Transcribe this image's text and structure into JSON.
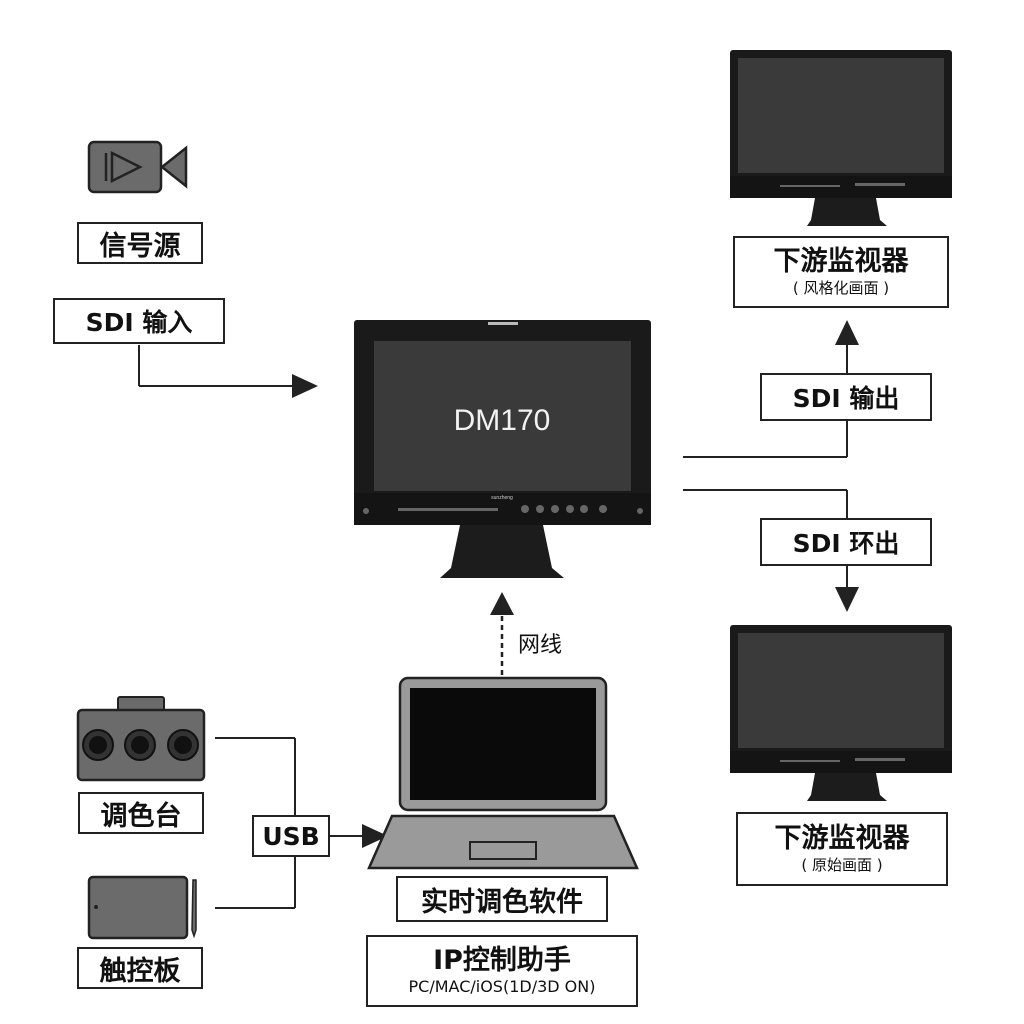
{
  "source": {
    "icon": "video-camera-icon",
    "label": "信号源",
    "input_label": "SDI 输入"
  },
  "monitor": {
    "icon": "monitor-icon",
    "label": "DM170",
    "brand": "sunzheng"
  },
  "outputs": {
    "sdi_out_label": "SDI 输出",
    "loop_out_label": "SDI 环出",
    "downstream_styled": {
      "title": "下游监视器",
      "subtitle": "( 风格化画面 )"
    },
    "downstream_original": {
      "title": "下游监视器",
      "subtitle": "( 原始画面 )"
    }
  },
  "network": {
    "label": "网线"
  },
  "controllers": {
    "panel_icon": "control-panel-icon",
    "panel_label": "调色台",
    "tablet_icon": "tablet-icon",
    "tablet_label": "触控板",
    "usb_label": "USB"
  },
  "laptop": {
    "icon": "laptop-icon",
    "label": "实时调色软件",
    "ip_title": "IP控制助手",
    "ip_platforms": "PC/MAC/iOS(1D/3D ON)"
  },
  "colors": {
    "line": "#222222",
    "icon_gray": "#6b6b6b",
    "laptop_gray": "#8c8c8c",
    "screen": "#3a3a3a"
  }
}
